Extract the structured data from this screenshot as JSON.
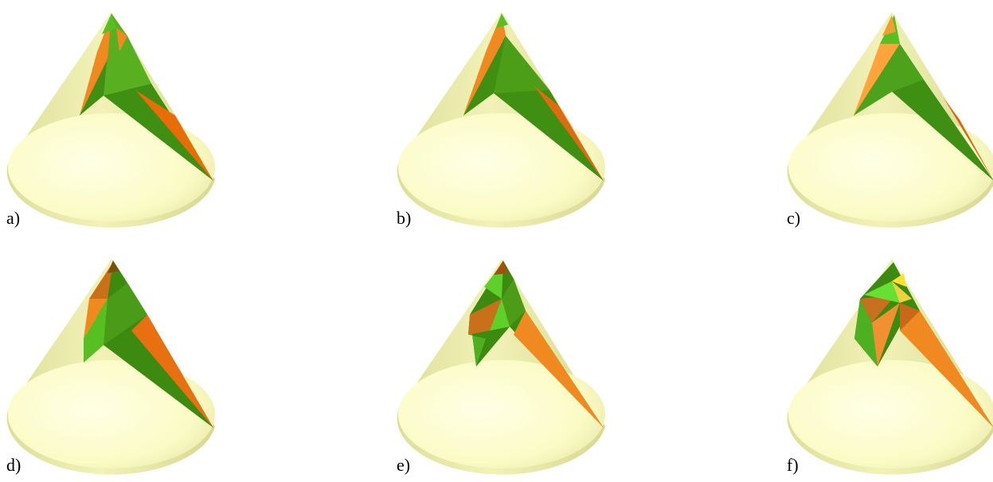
{
  "colors": {
    "cone_light": "#ffffd0",
    "cone_mid": "#f3f3b0",
    "cone_edge": "#d6d68a",
    "green_dark": "#3a8a10",
    "green_mid": "#4aa01a",
    "green_light": "#5fd02a",
    "orange_dark": "#d86a10",
    "orange_mid": "#f08020",
    "orange_light": "#ffa030",
    "yellow_facet": "#ffe030"
  },
  "panels": [
    {
      "id": "a",
      "label": "a)"
    },
    {
      "id": "b",
      "label": "b)"
    },
    {
      "id": "c",
      "label": "c)"
    },
    {
      "id": "d",
      "label": "d)"
    },
    {
      "id": "e",
      "label": "e)"
    },
    {
      "id": "f",
      "label": "f)"
    }
  ]
}
